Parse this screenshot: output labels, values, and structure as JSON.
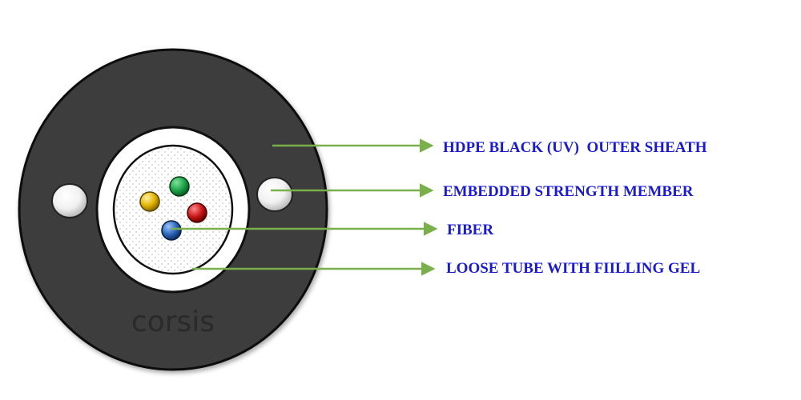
{
  "labels": [
    {
      "text": "HDPE BLACK (UV)  OUTER SHEATH"
    },
    {
      "text": "EMBEDDED STRENGTH MEMBER"
    },
    {
      "text": "FIBER"
    },
    {
      "text": "LOOSE TUBE WITH FIILLING GEL"
    }
  ],
  "brand": "corsis",
  "colors": {
    "sheath": "#3d3d3d",
    "label_text": "#1a1ad0",
    "leader_line": "#7ab04c",
    "fiber_green": "#1ea34a",
    "fiber_yellow": "#e2b400",
    "fiber_red": "#c81414",
    "fiber_blue": "#2d66b8"
  }
}
